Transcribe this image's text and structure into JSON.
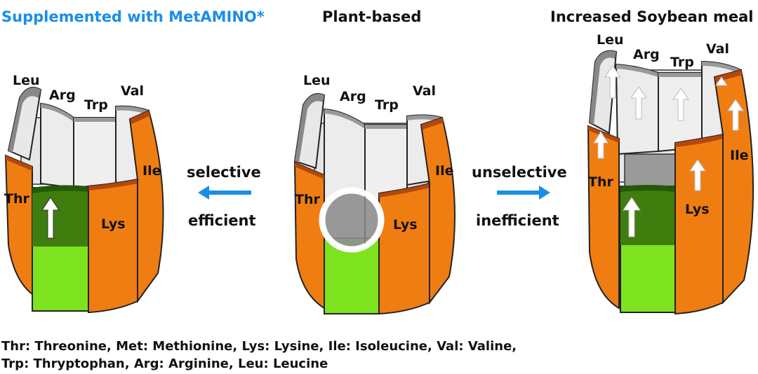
{
  "titles": {
    "left": "Supplemented with MetAMINO*",
    "center": "Plant-based",
    "right": "Increased Soybean meal"
  },
  "staves": {
    "leu": "Leu",
    "arg": "Arg",
    "trp": "Trp",
    "val": "Val",
    "ile": "Ile",
    "thr": "Thr",
    "lys": "Lys"
  },
  "arrows": {
    "left_top": "selective",
    "left_bottom": "efficient",
    "right_top": "unselective",
    "right_bottom": "inefficient"
  },
  "legend": {
    "line1": "Thr: Threonine, Met: Methionine, Lys: Lysine, Ile: Isoleucine, Val: Valine,",
    "line2": "Trp: Thryptophan, Arg: Arginine, Leu: Leucine"
  },
  "colors": {
    "title_accent": "#1a8ee6",
    "orange_stave": "#f07d12",
    "green_fill": "#7de31e",
    "arrow_blue": "#1a8ee6"
  }
}
